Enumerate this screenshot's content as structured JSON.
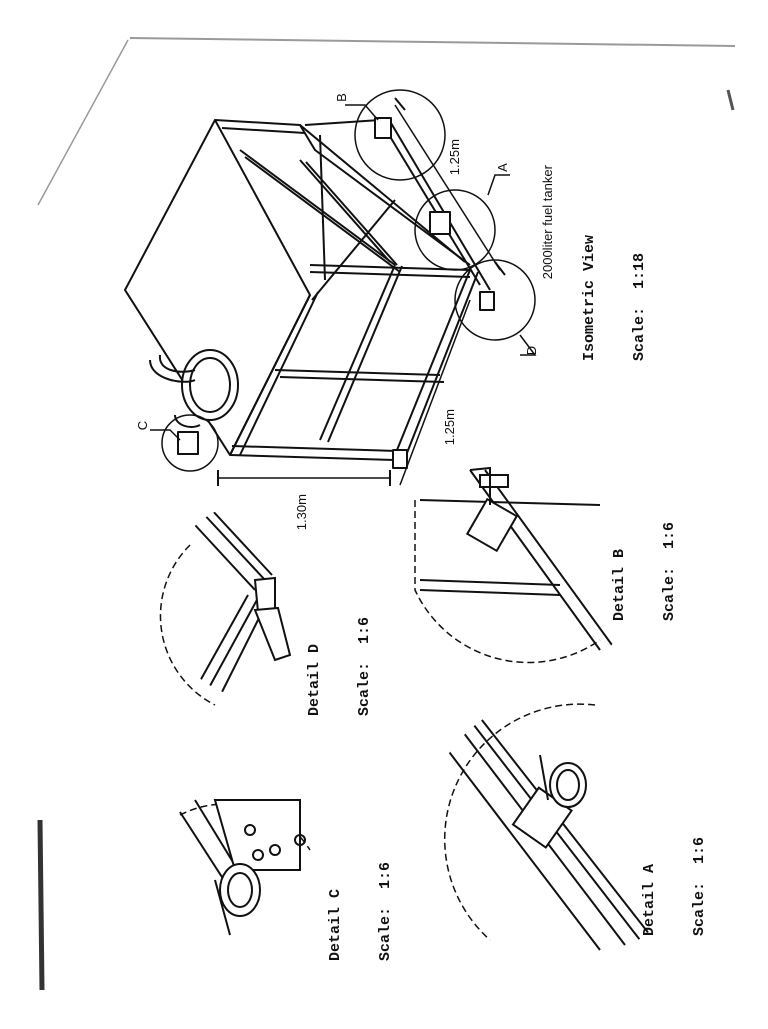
{
  "drawing": {
    "title_text": "2000liter fuel tanker",
    "main_view": {
      "name": "Isometric View",
      "scale": "Scale:  1:18"
    },
    "dimensions": {
      "height": "1.30m",
      "width": "1.25m",
      "depth": "1.25m"
    },
    "callouts": [
      "A",
      "B",
      "C",
      "D"
    ],
    "details": [
      {
        "name": "Detail A",
        "scale": "Scale:  1:6"
      },
      {
        "name": "Detail B",
        "scale": "Scale:  1:6"
      },
      {
        "name": "Detail C",
        "scale": "Scale:  1:6"
      },
      {
        "name": "Detail D",
        "scale": "Scale:  1:6"
      }
    ]
  },
  "colors": {
    "paper": "#fdfdfd",
    "ink": "#111111",
    "border": "#9a9a9a"
  }
}
